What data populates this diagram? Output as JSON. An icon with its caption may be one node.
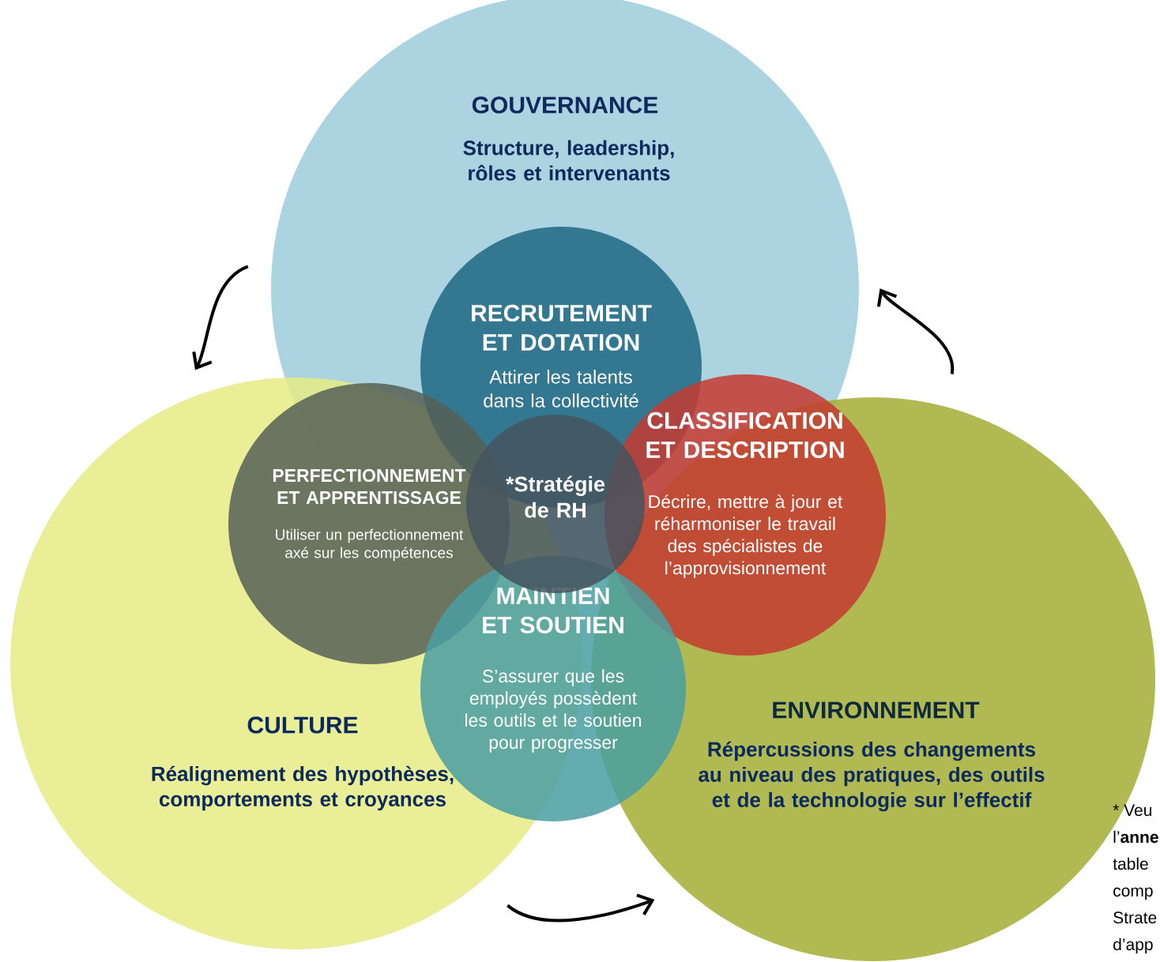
{
  "diagram": {
    "nodes": [
      {
        "text": [
          "GOUVERNANCE",
          "Structure, leadership, rôles et intervenants"
        ]
      },
      {
        "text": [
          "RECRUTEMENT ET DOTATION",
          "Attirer les talents dans la collectivité"
        ],
        "in": 0
      },
      {
        "text": [
          "PERFECTIONNEMENT ET APPRENTISSAGE",
          "Utiliser un perfectionnement axé sur les compétences"
        ],
        "in": 6
      },
      {
        "text": [
          "*Stratégie de RH"
        ]
      },
      {
        "text": [
          "CLASSIFICATION ET DESCRIPTION",
          "Décrire, mettre à jour et réharmoniser le travail des spécialistes de l’approvisionnement"
        ]
      },
      {
        "text": [
          "MAINTIEN ET SOUTIEN",
          "S’assurer que les employés possèdent les outils et le soutien pour progresser"
        ]
      },
      {
        "text": [
          "CULTURE",
          "Réalignement des hypothèses, comportements et croyances"
        ]
      },
      {
        "text": [
          "ENVIRONNEMENT",
          "Répercussions des changements au niveau des pratiques, des outils et de la technologie sur l’effectif"
        ]
      }
    ],
    "edges": [
      {
        "from": 0,
        "to": 6,
        "arrow": "to"
      },
      {
        "from": 6,
        "to": 7,
        "arrow": "to"
      },
      {
        "from": 7,
        "to": 0,
        "arrow": "to"
      }
    ],
    "labels": [
      "* Veu",
      "l’**anne**",
      "table",
      "comp",
      "Strate",
      "d’app"
    ]
  }
}
